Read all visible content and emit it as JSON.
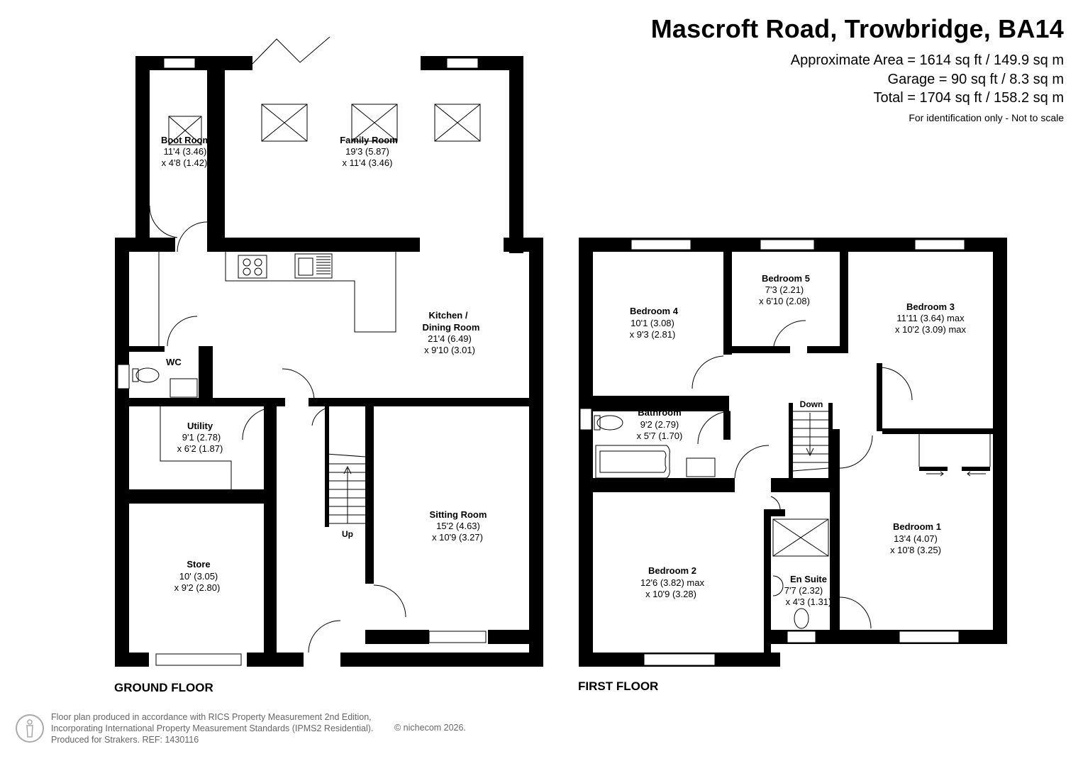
{
  "header": {
    "title": "Mascroft Road, Trowbridge, BA14",
    "approx_area": "Approximate Area = 1614 sq ft / 149.9 sq m",
    "garage_area": "Garage = 90 sq ft / 8.3 sq m",
    "total_area": "Total = 1704 sq ft / 158.2 sq m",
    "note": "For identification only - Not to scale"
  },
  "floors": {
    "ground": "GROUND FLOOR",
    "first": "FIRST FLOOR"
  },
  "rooms": {
    "boot_room": {
      "name": "Boot Room",
      "dim1": "11'4 (3.46)",
      "dim2": "x 4'8 (1.42)"
    },
    "family_room": {
      "name": "Family Room",
      "dim1": "19'3 (5.87)",
      "dim2": "x 11'4 (3.46)"
    },
    "kitchen": {
      "name1": "Kitchen /",
      "name2": "Dining Room",
      "dim1": "21'4 (6.49)",
      "dim2": "x 9'10 (3.01)"
    },
    "wc": {
      "name": "WC"
    },
    "utility": {
      "name": "Utility",
      "dim1": "9'1 (2.78)",
      "dim2": "x 6'2 (1.87)"
    },
    "store": {
      "name": "Store",
      "dim1": "10' (3.05)",
      "dim2": "x 9'2 (2.80)"
    },
    "sitting_room": {
      "name": "Sitting Room",
      "dim1": "15'2 (4.63)",
      "dim2": "x 10'9 (3.27)"
    },
    "bedroom4": {
      "name": "Bedroom 4",
      "dim1": "10'1 (3.08)",
      "dim2": "x 9'3 (2.81)"
    },
    "bedroom5": {
      "name": "Bedroom 5",
      "dim1": "7'3 (2.21)",
      "dim2": "x 6'10 (2.08)"
    },
    "bedroom3": {
      "name": "Bedroom 3",
      "dim1": "11'11 (3.64) max",
      "dim2": "x 10'2 (3.09) max"
    },
    "bathroom": {
      "name": "Bathroom",
      "dim1": "9'2 (2.79)",
      "dim2": "x 5'7 (1.70)"
    },
    "bedroom2": {
      "name": "Bedroom 2",
      "dim1": "12'6 (3.82) max",
      "dim2": "x 10'9 (3.28)"
    },
    "en_suite": {
      "name": "En Suite",
      "dim1": "7'7 (2.32)",
      "dim2": "x 4'3 (1.31)"
    },
    "bedroom1": {
      "name": "Bedroom 1",
      "dim1": "13'4 (4.07)",
      "dim2": "x 10'8 (3.25)"
    }
  },
  "stairs": {
    "up": "Up",
    "down": "Down"
  },
  "footer": {
    "line1": "Floor plan produced in accordance with RICS Property Measurement 2nd Edition,",
    "line2": "Incorporating International Property Measurement Standards (IPMS2 Residential).",
    "line3": "Produced for Strakers.   REF: 1430116",
    "copyright": "© nichecom 2026."
  }
}
